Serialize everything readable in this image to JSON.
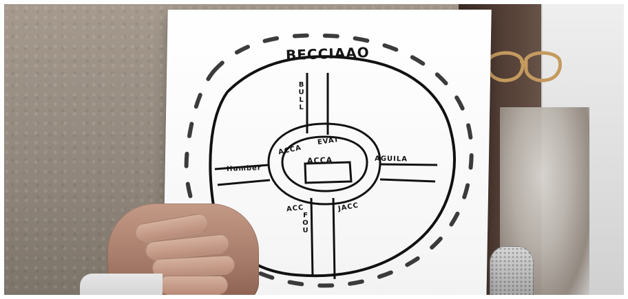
{
  "scene": {
    "drawing_labels": {
      "title": "BECCIAAO",
      "center": "ACCA",
      "upper_left": "ACCA",
      "upper_right": "EVAT",
      "west": "Humber",
      "east": "AGUILA",
      "south_left": "ACC",
      "south_right": "JACC",
      "north_vertical": "BULL",
      "south_vertical": "FOU"
    }
  }
}
